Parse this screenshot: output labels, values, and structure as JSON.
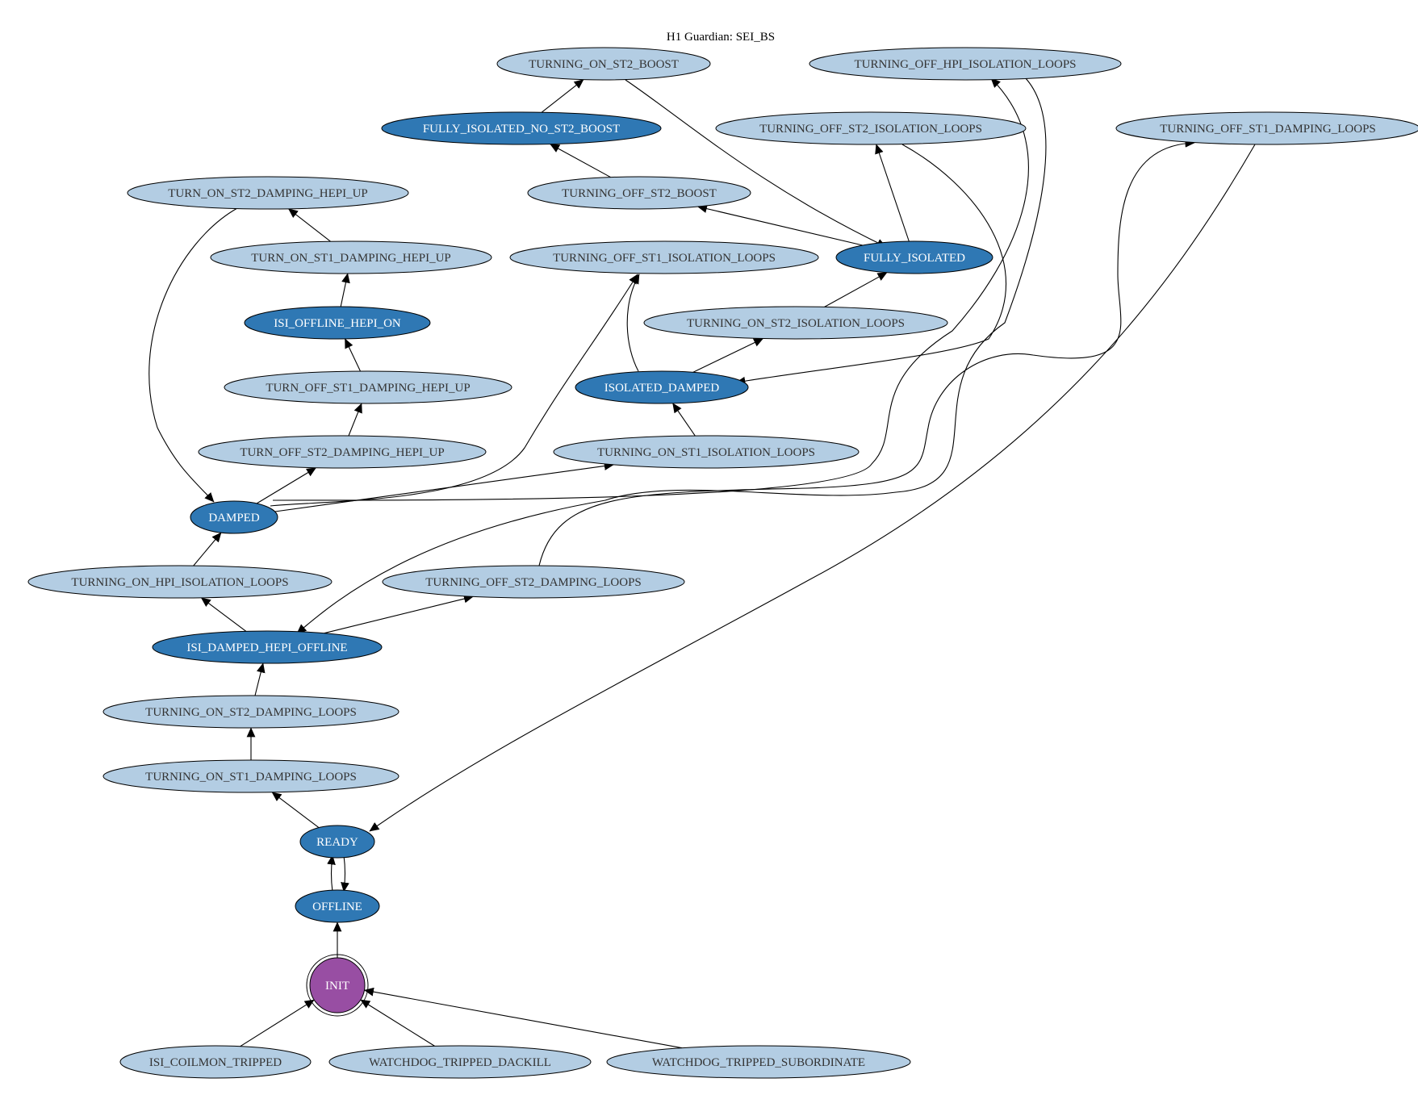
{
  "title": "H1 Guardian: SEI_BS",
  "colors": {
    "node_light": "#b3cde3",
    "node_light_text": "#333333",
    "node_dark": "#2f78b4",
    "node_dark_text": "#ffffff",
    "node_init": "#984ea3",
    "edge": "#000000"
  },
  "nodes": [
    {
      "id": "TURNING_ON_ST2_BOOST",
      "label": "TURNING_ON_ST2_BOOST",
      "style": "light"
    },
    {
      "id": "TURNING_OFF_HPI_ISOLATION_LOOPS",
      "label": "TURNING_OFF_HPI_ISOLATION_LOOPS",
      "style": "light"
    },
    {
      "id": "FULLY_ISOLATED_NO_ST2_BOOST",
      "label": "FULLY_ISOLATED_NO_ST2_BOOST",
      "style": "dark"
    },
    {
      "id": "TURNING_OFF_ST2_ISOLATION_LOOPS",
      "label": "TURNING_OFF_ST2_ISOLATION_LOOPS",
      "style": "light"
    },
    {
      "id": "TURNING_OFF_ST1_DAMPING_LOOPS",
      "label": "TURNING_OFF_ST1_DAMPING_LOOPS",
      "style": "light"
    },
    {
      "id": "TURN_ON_ST2_DAMPING_HEPI_UP",
      "label": "TURN_ON_ST2_DAMPING_HEPI_UP",
      "style": "light"
    },
    {
      "id": "TURNING_OFF_ST2_BOOST",
      "label": "TURNING_OFF_ST2_BOOST",
      "style": "light"
    },
    {
      "id": "TURN_ON_ST1_DAMPING_HEPI_UP",
      "label": "TURN_ON_ST1_DAMPING_HEPI_UP",
      "style": "light"
    },
    {
      "id": "TURNING_OFF_ST1_ISOLATION_LOOPS",
      "label": "TURNING_OFF_ST1_ISOLATION_LOOPS",
      "style": "light"
    },
    {
      "id": "FULLY_ISOLATED",
      "label": "FULLY_ISOLATED",
      "style": "dark"
    },
    {
      "id": "ISI_OFFLINE_HEPI_ON",
      "label": "ISI_OFFLINE_HEPI_ON",
      "style": "dark"
    },
    {
      "id": "TURNING_ON_ST2_ISOLATION_LOOPS",
      "label": "TURNING_ON_ST2_ISOLATION_LOOPS",
      "style": "light"
    },
    {
      "id": "TURN_OFF_ST1_DAMPING_HEPI_UP",
      "label": "TURN_OFF_ST1_DAMPING_HEPI_UP",
      "style": "light"
    },
    {
      "id": "ISOLATED_DAMPED",
      "label": "ISOLATED_DAMPED",
      "style": "dark"
    },
    {
      "id": "TURN_OFF_ST2_DAMPING_HEPI_UP",
      "label": "TURN_OFF_ST2_DAMPING_HEPI_UP",
      "style": "light"
    },
    {
      "id": "TURNING_ON_ST1_ISOLATION_LOOPS",
      "label": "TURNING_ON_ST1_ISOLATION_LOOPS",
      "style": "light"
    },
    {
      "id": "DAMPED",
      "label": "DAMPED",
      "style": "dark"
    },
    {
      "id": "TURNING_ON_HPI_ISOLATION_LOOPS",
      "label": "TURNING_ON_HPI_ISOLATION_LOOPS",
      "style": "light"
    },
    {
      "id": "TURNING_OFF_ST2_DAMPING_LOOPS",
      "label": "TURNING_OFF_ST2_DAMPING_LOOPS",
      "style": "light"
    },
    {
      "id": "ISI_DAMPED_HEPI_OFFLINE",
      "label": "ISI_DAMPED_HEPI_OFFLINE",
      "style": "dark"
    },
    {
      "id": "TURNING_ON_ST2_DAMPING_LOOPS",
      "label": "TURNING_ON_ST2_DAMPING_LOOPS",
      "style": "light"
    },
    {
      "id": "TURNING_ON_ST1_DAMPING_LOOPS",
      "label": "TURNING_ON_ST1_DAMPING_LOOPS",
      "style": "light"
    },
    {
      "id": "READY",
      "label": "READY",
      "style": "dark"
    },
    {
      "id": "OFFLINE",
      "label": "OFFLINE",
      "style": "dark"
    },
    {
      "id": "INIT",
      "label": "INIT",
      "style": "init"
    },
    {
      "id": "ISI_COILMON_TRIPPED",
      "label": "ISI_COILMON_TRIPPED",
      "style": "light"
    },
    {
      "id": "WATCHDOG_TRIPPED_DACKILL",
      "label": "WATCHDOG_TRIPPED_DACKILL",
      "style": "light"
    },
    {
      "id": "WATCHDOG_TRIPPED_SUBORDINATE",
      "label": "WATCHDOG_TRIPPED_SUBORDINATE",
      "style": "light"
    }
  ],
  "edges": [
    {
      "from": "ISI_COILMON_TRIPPED",
      "to": "INIT"
    },
    {
      "from": "WATCHDOG_TRIPPED_DACKILL",
      "to": "INIT"
    },
    {
      "from": "WATCHDOG_TRIPPED_SUBORDINATE",
      "to": "INIT"
    },
    {
      "from": "INIT",
      "to": "OFFLINE"
    },
    {
      "from": "OFFLINE",
      "to": "READY"
    },
    {
      "from": "READY",
      "to": "OFFLINE"
    },
    {
      "from": "READY",
      "to": "TURNING_ON_ST1_DAMPING_LOOPS"
    },
    {
      "from": "TURNING_ON_ST1_DAMPING_LOOPS",
      "to": "TURNING_ON_ST2_DAMPING_LOOPS"
    },
    {
      "from": "TURNING_ON_ST2_DAMPING_LOOPS",
      "to": "ISI_DAMPED_HEPI_OFFLINE"
    },
    {
      "from": "ISI_DAMPED_HEPI_OFFLINE",
      "to": "TURNING_ON_HPI_ISOLATION_LOOPS"
    },
    {
      "from": "ISI_DAMPED_HEPI_OFFLINE",
      "to": "TURNING_OFF_ST2_DAMPING_LOOPS"
    },
    {
      "from": "TURNING_ON_HPI_ISOLATION_LOOPS",
      "to": "DAMPED"
    },
    {
      "from": "DAMPED",
      "to": "TURN_OFF_ST2_DAMPING_HEPI_UP"
    },
    {
      "from": "DAMPED",
      "to": "TURNING_ON_ST1_ISOLATION_LOOPS"
    },
    {
      "from": "DAMPED",
      "to": "TURNING_OFF_ST1_ISOLATION_LOOPS"
    },
    {
      "from": "TURN_OFF_ST2_DAMPING_HEPI_UP",
      "to": "TURN_OFF_ST1_DAMPING_HEPI_UP"
    },
    {
      "from": "TURN_OFF_ST1_DAMPING_HEPI_UP",
      "to": "ISI_OFFLINE_HEPI_ON"
    },
    {
      "from": "ISI_OFFLINE_HEPI_ON",
      "to": "TURN_ON_ST1_DAMPING_HEPI_UP"
    },
    {
      "from": "TURN_ON_ST1_DAMPING_HEPI_UP",
      "to": "TURN_ON_ST2_DAMPING_HEPI_UP"
    },
    {
      "from": "TURN_ON_ST2_DAMPING_HEPI_UP",
      "to": "DAMPED"
    },
    {
      "from": "TURNING_ON_ST1_ISOLATION_LOOPS",
      "to": "ISOLATED_DAMPED"
    },
    {
      "from": "ISOLATED_DAMPED",
      "to": "TURNING_OFF_ST1_ISOLATION_LOOPS"
    },
    {
      "from": "ISOLATED_DAMPED",
      "to": "TURNING_ON_ST2_ISOLATION_LOOPS"
    },
    {
      "from": "TURNING_ON_ST2_ISOLATION_LOOPS",
      "to": "FULLY_ISOLATED"
    },
    {
      "from": "FULLY_ISOLATED",
      "to": "TURNING_OFF_ST2_BOOST"
    },
    {
      "from": "FULLY_ISOLATED",
      "to": "TURNING_OFF_ST2_ISOLATION_LOOPS"
    },
    {
      "from": "TURNING_OFF_ST2_BOOST",
      "to": "FULLY_ISOLATED_NO_ST2_BOOST"
    },
    {
      "from": "FULLY_ISOLATED_NO_ST2_BOOST",
      "to": "TURNING_ON_ST2_BOOST"
    },
    {
      "from": "TURNING_ON_ST2_BOOST",
      "to": "FULLY_ISOLATED"
    },
    {
      "from": "TURNING_OFF_ST2_ISOLATION_LOOPS",
      "to": "ISOLATED_DAMPED"
    },
    {
      "from": "TURNING_OFF_ST2_DAMPING_LOOPS",
      "to": "TURNING_OFF_ST1_DAMPING_LOOPS"
    },
    {
      "from": "TURNING_OFF_ST1_DAMPING_LOOPS",
      "to": "READY"
    },
    {
      "from": "DAMPED",
      "to": "TURNING_OFF_HPI_ISOLATION_LOOPS"
    },
    {
      "from": "TURNING_OFF_HPI_ISOLATION_LOOPS",
      "to": "ISI_DAMPED_HEPI_OFFLINE"
    }
  ]
}
